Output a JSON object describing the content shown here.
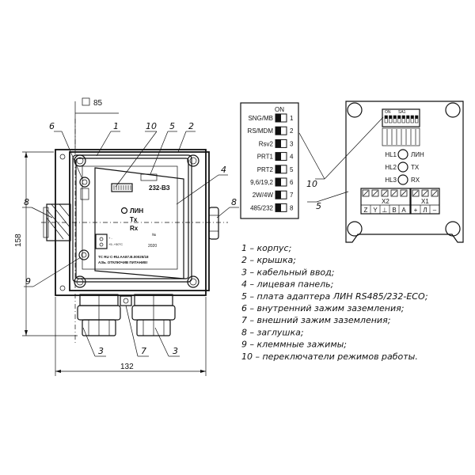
{
  "callouts": [
    "1",
    "2",
    "3",
    "4",
    "5",
    "6",
    "7",
    "8",
    "9",
    "10"
  ],
  "dimensions": {
    "top": "85",
    "height": "158",
    "width": "132"
  },
  "faceplate": {
    "lin": "ЛИН",
    "tx": "Tx",
    "rx": "Rx",
    "model": "232-ВЗ",
    "plate_text_1": "ТС RU C-RU.АА87.В.00025/18",
    "plate_text_2": "АЗЬ. ОТКЛЮЧИВ ПИТАНИЕ!",
    "year": "2020",
    "nr": "№"
  },
  "switch_table": {
    "on_label": "ON",
    "rows": [
      {
        "label": "SNG/MB",
        "num": "1"
      },
      {
        "label": "RS/MDM",
        "num": "2"
      },
      {
        "label": "Rsv2",
        "num": "3"
      },
      {
        "label": "PRT1",
        "num": "4"
      },
      {
        "label": "PRT2",
        "num": "5"
      },
      {
        "label": "9,6/19,2",
        "num": "6"
      },
      {
        "label": "2W/4W",
        "num": "7"
      },
      {
        "label": "485/232",
        "num": "8"
      }
    ]
  },
  "board": {
    "sa1": "SA1",
    "on": "ON",
    "leds": [
      {
        "label": "HL1",
        "name": "ЛИН"
      },
      {
        "label": "HL2",
        "name": "TX"
      },
      {
        "label": "HL3",
        "name": "RX"
      }
    ],
    "x2": "X2",
    "x1": "X1",
    "x2_pins": [
      "Z",
      "Y",
      "⊥",
      "B",
      "A"
    ],
    "x1_pins": [
      "+",
      "Л",
      "–"
    ]
  },
  "legend": [
    "1 – корпус;",
    "2 – крышка;",
    "3 – кабельный ввод;",
    "4 – лицевая панель;",
    "5 – плата адаптера ЛИН RS485/232-ECO;",
    "6 – внутренний зажим заземления;",
    "7 – внешний зажим заземления;",
    "8 – заглушка;",
    "9 – клеммные зажимы;",
    "10 – переключатели режимов работы."
  ]
}
